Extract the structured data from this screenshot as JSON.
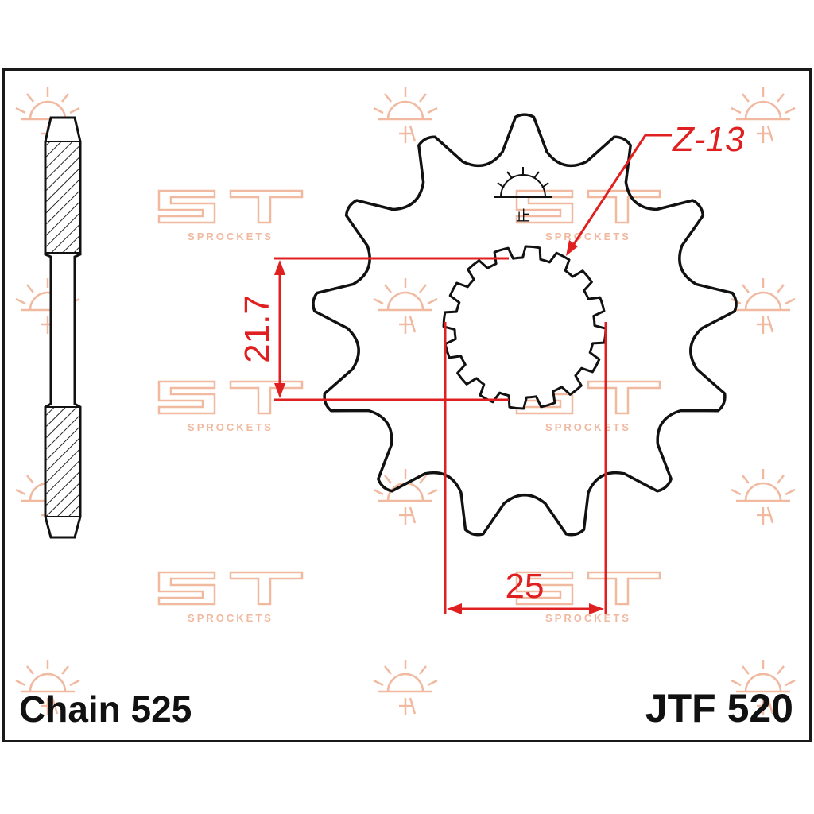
{
  "drawing": {
    "teeth_label": "Z-13",
    "height_dimension": "21.7",
    "width_dimension": "25",
    "chain_label": "Chain 525",
    "part_number": "JTF 520",
    "watermark_text": "SPROCKETS",
    "accent_color": "#e02020",
    "outline_color": "#111111",
    "watermark_color": "#f0b9a0"
  }
}
